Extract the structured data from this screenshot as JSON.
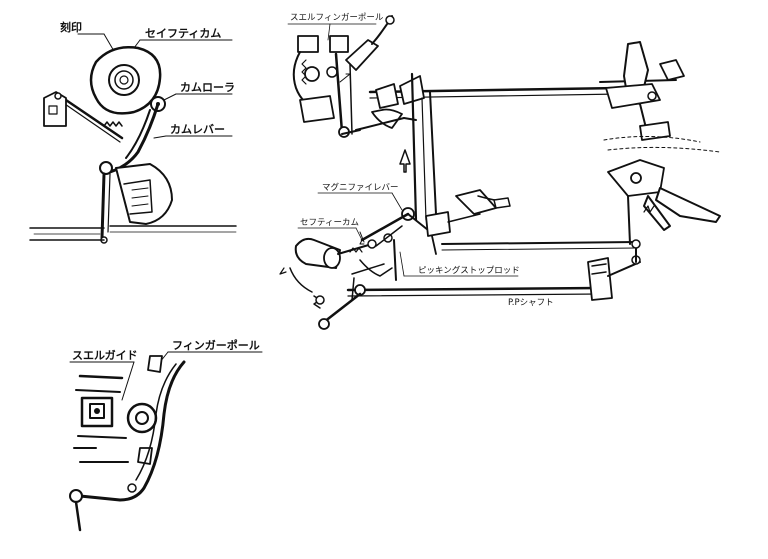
{
  "labels": {
    "kokuin": "刻印",
    "safety_cam_top": "セイフティカム",
    "cam_roller": "カムローラ",
    "cam_lever": "カムレバー",
    "swell_finger_pole": "スエルフィンガーポール",
    "magnify_lever": "マグニファイレバー",
    "safety_cam_main": "セフティーカム",
    "picking_stop_rod": "ピッキングストップロッド",
    "pp_shaft": "P.Pシャフト",
    "swell_guide": "スエルガイド",
    "finger_pole": "フィンガーポール"
  }
}
